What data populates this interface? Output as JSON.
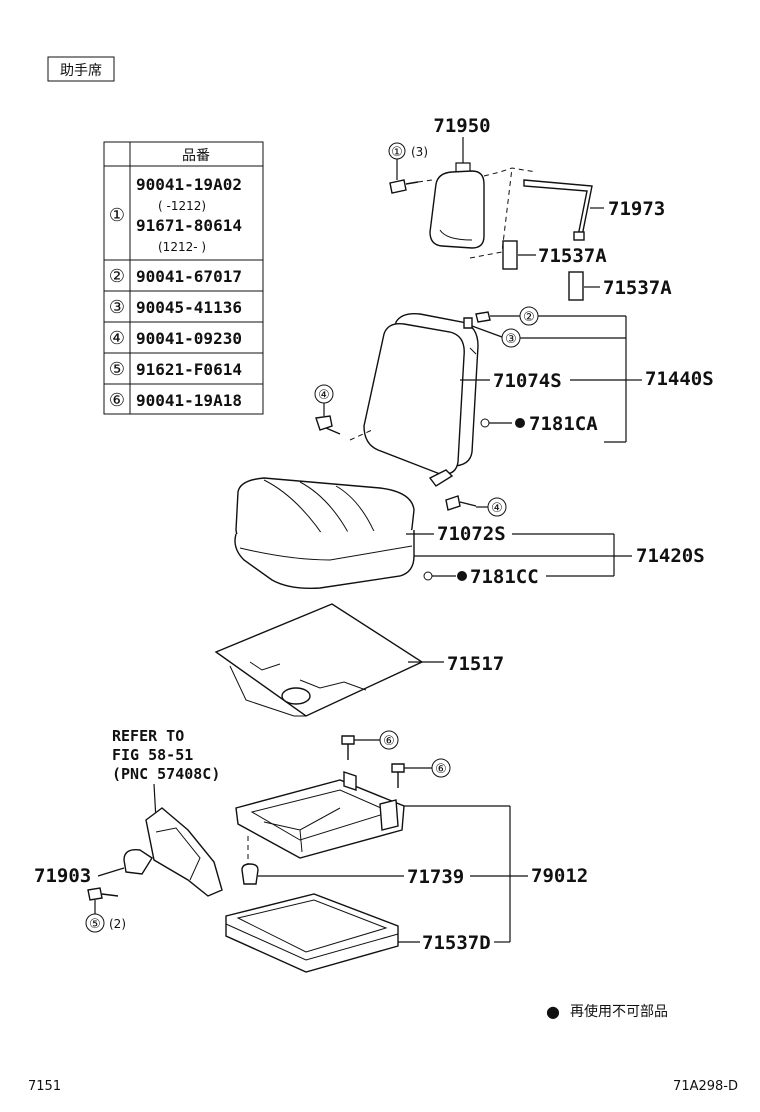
{
  "header_label": "助手席",
  "table": {
    "header": "品番",
    "rows": [
      {
        "marker": "①",
        "lines": [
          "90041-19A02",
          "(    -1212)",
          "91671-80614",
          "(1212-    )"
        ]
      },
      {
        "marker": "②",
        "lines": [
          "90041-67017"
        ]
      },
      {
        "marker": "③",
        "lines": [
          "90045-41136"
        ]
      },
      {
        "marker": "④",
        "lines": [
          "90041-09230"
        ]
      },
      {
        "marker": "⑤",
        "lines": [
          "91621-F0614"
        ]
      },
      {
        "marker": "⑥",
        "lines": [
          "90041-19A18"
        ]
      }
    ]
  },
  "callouts": {
    "c1": "①",
    "c1_qty": "(3)",
    "c2": "②",
    "c3": "③",
    "c4a": "④",
    "c4b": "④",
    "c5": "⑤",
    "c5_qty": "(2)",
    "c6a": "⑥",
    "c6b": "⑥"
  },
  "part_numbers": {
    "p71950": "71950",
    "p71973": "71973",
    "p71537A_1": "71537A",
    "p71537A_2": "71537A",
    "p71440S": "71440S",
    "p71074S": "71074S",
    "p7181CA": "7181CA",
    "p71072S": "71072S",
    "p71420S": "71420S",
    "p7181CC": "7181CC",
    "p71517": "71517",
    "p71903": "71903",
    "p71739": "71739",
    "p79012": "79012",
    "p71537D": "71537D"
  },
  "refer_note": [
    "REFER TO",
    "FIG 58-51",
    "(PNC 57408C)"
  ],
  "legend": {
    "bullet": "●",
    "text": "再使用不可部品"
  },
  "footer": {
    "left": "7151",
    "right": "71A298-D"
  },
  "colors": {
    "ink": "#111111",
    "background": "#ffffff"
  }
}
